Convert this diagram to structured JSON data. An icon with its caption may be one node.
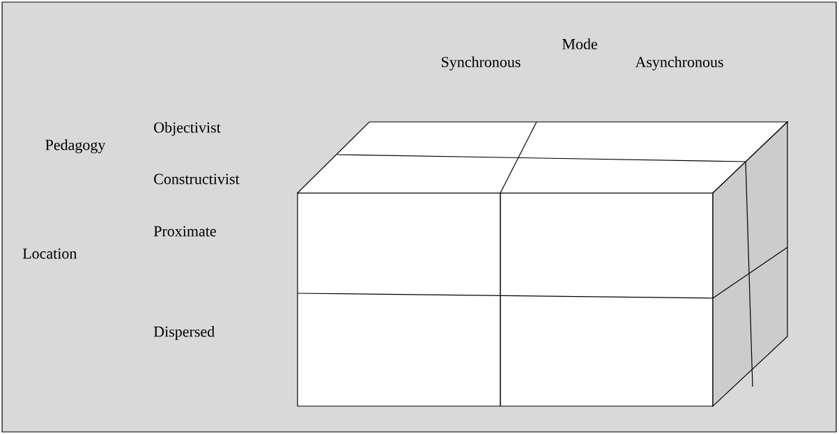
{
  "diagram": {
    "labels": [
      "Mode",
      "Synchronous",
      "Asynchronous",
      "Objectivist",
      "Pedagogy",
      "Constructivist",
      "Proximate",
      "Location",
      "Dispersed"
    ]
  }
}
